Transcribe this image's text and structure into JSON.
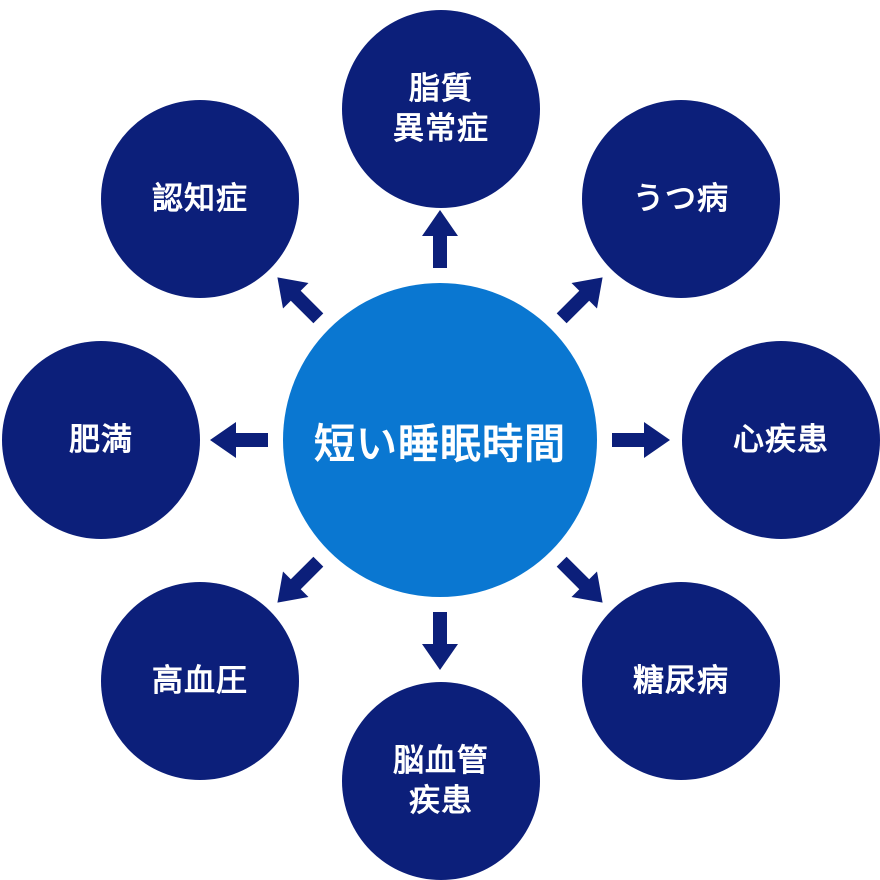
{
  "center": {
    "label": "短い睡眠時間",
    "color": "#0a77d1"
  },
  "node_color": "#0c1f7a",
  "arrow_color": "#0c1f7a",
  "nodes": [
    {
      "id": "lipid-disorder",
      "lines": [
        "脂質",
        "異常症"
      ]
    },
    {
      "id": "depression",
      "lines": [
        "うつ病"
      ]
    },
    {
      "id": "heart-disease",
      "lines": [
        "心疾患"
      ]
    },
    {
      "id": "diabetes",
      "lines": [
        "糖尿病"
      ]
    },
    {
      "id": "cerebrovascular-disease",
      "lines": [
        "脳血管",
        "疾患"
      ]
    },
    {
      "id": "hypertension",
      "lines": [
        "高血圧"
      ]
    },
    {
      "id": "obesity",
      "lines": [
        "肥満"
      ]
    },
    {
      "id": "dementia",
      "lines": [
        "認知症"
      ]
    }
  ]
}
